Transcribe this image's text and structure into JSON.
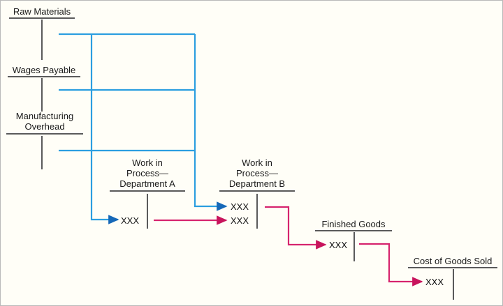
{
  "diagram": {
    "title": "Manufacturing cost flow T-accounts",
    "background_color": "#fffef7",
    "border_color": "#b9b9b9",
    "flow_colors": {
      "transfer_in_blue": "#2b9ee0",
      "transfer_out_pink": "#d6246e",
      "account_rule_gray": "#5a5a5a"
    },
    "accounts": [
      {
        "id": "raw-materials",
        "title": "Raw Materials",
        "title_lines": [
          "Raw Materials"
        ],
        "amounts": []
      },
      {
        "id": "wages-payable",
        "title": "Wages Payable",
        "title_lines": [
          "Wages Payable"
        ],
        "amounts": []
      },
      {
        "id": "manufacturing-overhead",
        "title": "Manufacturing Overhead",
        "title_lines": [
          "Manufacturing",
          "Overhead"
        ],
        "amounts": []
      },
      {
        "id": "wip-dept-a",
        "title": "Work in Process—Department A",
        "title_lines": [
          "Work in",
          "Process—",
          "Department A"
        ],
        "amounts": [
          "XXX"
        ]
      },
      {
        "id": "wip-dept-b",
        "title": "Work in Process—Department B",
        "title_lines": [
          "Work in",
          "Process—",
          "Department B"
        ],
        "amounts": [
          "XXX",
          "XXX"
        ]
      },
      {
        "id": "finished-goods",
        "title": "Finished Goods",
        "title_lines": [
          "Finished Goods"
        ],
        "amounts": [
          "XXX"
        ]
      },
      {
        "id": "cost-of-goods-sold",
        "title": "Cost of Goods Sold",
        "title_lines": [
          "Cost of Goods Sold"
        ],
        "amounts": [
          "XXX"
        ]
      }
    ],
    "flows": [
      {
        "id": "raw-materials-to-wip-a",
        "from": "raw-materials",
        "to": "wip-dept-a",
        "color": "blue"
      },
      {
        "id": "wages-payable-to-wip-a",
        "from": "wages-payable",
        "to": "wip-dept-a",
        "color": "blue"
      },
      {
        "id": "overhead-to-wip-a",
        "from": "manufacturing-overhead",
        "to": "wip-dept-a",
        "color": "blue"
      },
      {
        "id": "raw-materials-to-wip-b",
        "from": "raw-materials",
        "to": "wip-dept-b",
        "color": "blue"
      },
      {
        "id": "wages-payable-to-wip-b",
        "from": "wages-payable",
        "to": "wip-dept-b",
        "color": "blue"
      },
      {
        "id": "overhead-to-wip-b",
        "from": "manufacturing-overhead",
        "to": "wip-dept-b",
        "color": "blue"
      },
      {
        "id": "wip-a-to-wip-b",
        "from": "wip-dept-a",
        "to": "wip-dept-b",
        "color": "pink"
      },
      {
        "id": "wip-b-to-finished-goods",
        "from": "wip-dept-b",
        "to": "finished-goods",
        "color": "pink"
      },
      {
        "id": "finished-goods-to-cogs",
        "from": "finished-goods",
        "to": "cost-of-goods-sold",
        "color": "pink"
      }
    ]
  }
}
